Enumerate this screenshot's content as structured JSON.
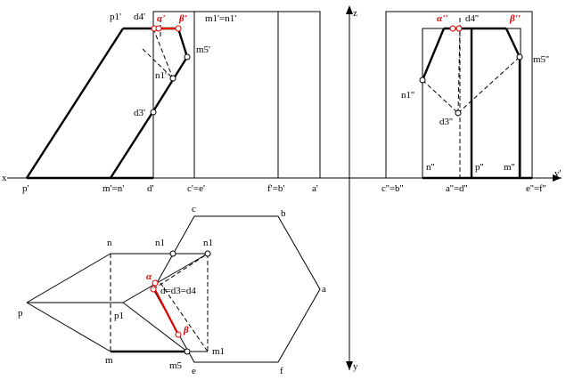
{
  "labels": {
    "axis_x": "x",
    "axis_z": "z",
    "axis_y_right": "y'",
    "axis_y_bottom": "y",
    "p1_front": "p1'",
    "d4_front": "d4'",
    "alpha_front": "α'",
    "beta_front": "β'",
    "m1_n1_front": "m1'=n1'",
    "m5_front": "m5'",
    "n1_front": "n1'",
    "d3_front": "d3'",
    "p_front": "p'",
    "m_n_front": "m'=n'",
    "d_front": "d'",
    "c_e_front": "c'=e'",
    "f_b_front": "f'=b'",
    "a_front": "a'",
    "alpha_side": "α''",
    "d4_side": "d4''",
    "beta_side": "β''",
    "m5_side": "m5''",
    "n1_side": "n1''",
    "d3_side": "d3''",
    "n_side": "n''",
    "p_side": "p''",
    "m_side": "m''",
    "c_b_side": "c''=b''",
    "a_d_side": "a''=d''",
    "e_f_side": "e''=f''",
    "c_top": "c",
    "b_top": "b",
    "n_top": "n",
    "n1_top": "n1",
    "n1b_top": "n1",
    "p_top": "p",
    "p1_top": "p1",
    "alpha_top": "α",
    "d_top": "d=d3=d4",
    "a_top": "a",
    "beta_top": "β",
    "m_top": "m",
    "m5_top": "m5",
    "e_top": "e",
    "m1_top": "m1",
    "f_top": "f"
  },
  "colors": {
    "line": "#000000",
    "highlight": "#e00000",
    "background": "#ffffff"
  }
}
